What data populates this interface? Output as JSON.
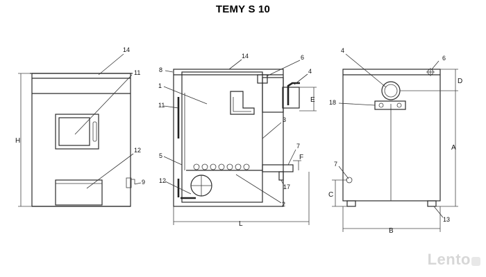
{
  "title": "TEMY S 10",
  "watermark": {
    "text": "Lento",
    "badge_letter": "pl"
  },
  "labels": {
    "l14a": "14",
    "l11a": "11",
    "l12a": "12",
    "l9": "9",
    "lH": "H",
    "l8": "8",
    "l14b": "14",
    "l6a": "6",
    "l4a": "4",
    "l1": "1",
    "l11b": "11",
    "l3": "3",
    "l5": "5",
    "l7a": "7",
    "lF": "F",
    "l12b": "12",
    "l17": "17",
    "l2": "2",
    "lE": "E",
    "lL": "L",
    "l4b": "4",
    "l6b": "6",
    "lD": "D",
    "l18": "18",
    "lA": "A",
    "l7b": "7",
    "lC": "C",
    "lB": "B",
    "l13": "13"
  },
  "colors": {
    "line": "#2a2a2a",
    "background": "#ffffff",
    "watermark": "#d7d7d7"
  }
}
